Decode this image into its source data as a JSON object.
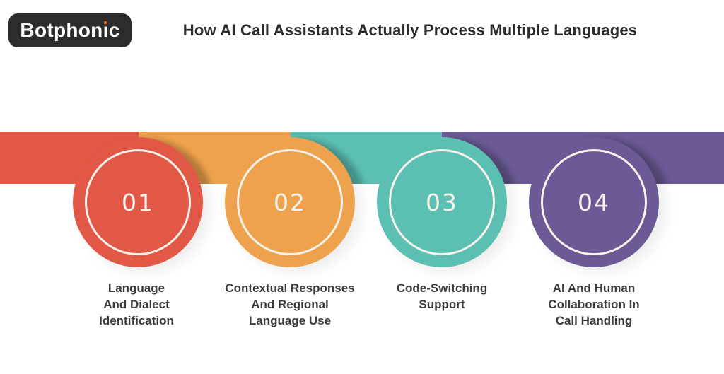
{
  "header": {
    "logo": {
      "text": "Botphonic",
      "bg_color": "#2E2C2A",
      "text_color": "#FFFFFF",
      "i_dot_color": "#E8751C"
    },
    "title": "How AI Call Assistants Actually Process Multiple Languages"
  },
  "theme": {
    "background": "#FFFFFF",
    "ring_color": "#F7F2EA",
    "number_color": "#F7F2EA",
    "label_color": "#3B3B3B",
    "title_color": "#2C2C2C"
  },
  "steps": [
    {
      "number": "01",
      "label": "Language\nAnd Dialect\nIdentification",
      "color": "#E25847"
    },
    {
      "number": "02",
      "label": "Contextual Responses\nAnd Regional\nLanguage Use",
      "color": "#EFA24D"
    },
    {
      "number": "03",
      "label": "Code-Switching\nSupport",
      "color": "#5BBFB2"
    },
    {
      "number": "04",
      "label": "AI And Human\nCollaboration In\nCall Handling",
      "color": "#6B5A95"
    }
  ]
}
